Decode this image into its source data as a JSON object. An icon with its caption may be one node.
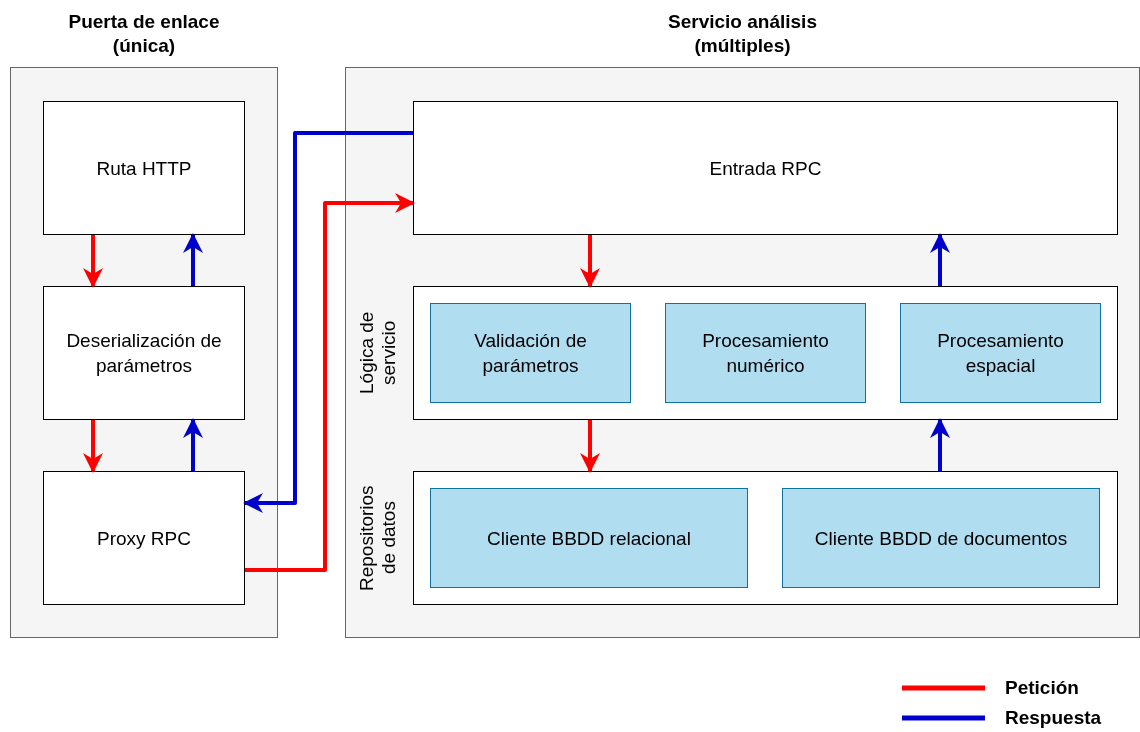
{
  "diagram": {
    "nodes": [
      {
        "text": [
          "Puerta de enlace (única)"
        ]
      },
      {
        "text": [
          "Ruta HTTP"
        ],
        "in": 0
      },
      {
        "text": [
          "Deserialización de parámetros"
        ],
        "in": 0
      },
      {
        "text": [
          "Proxy RPC"
        ],
        "in": 0
      },
      {
        "text": [
          "Servicio análisis (múltiples)"
        ]
      },
      {
        "text": [
          "Entrada RPC"
        ],
        "in": 4
      },
      {
        "text": [
          "Lógica de servicio"
        ],
        "in": 4
      },
      {
        "text": [
          "Validación de parámetros"
        ],
        "in": 6
      },
      {
        "text": [
          "Procesamiento numérico"
        ],
        "in": 6
      },
      {
        "text": [
          "Procesamiento espacial"
        ],
        "in": 6
      },
      {
        "text": [
          "Repositorios de datos"
        ],
        "in": 4
      },
      {
        "text": [
          "Cliente BBDD relacional"
        ],
        "in": 10
      },
      {
        "text": [
          "Cliente BBDD de documentos"
        ],
        "in": 10
      }
    ],
    "edges": [
      {
        "from": 1,
        "to": 2,
        "arrow": "to",
        "color": "#ff0000"
      },
      {
        "from": 2,
        "to": 1,
        "arrow": "to",
        "color": "#0000cc"
      },
      {
        "from": 2,
        "to": 3,
        "arrow": "to",
        "color": "#ff0000"
      },
      {
        "from": 3,
        "to": 2,
        "arrow": "to",
        "color": "#0000cc"
      },
      {
        "from": 3,
        "to": 5,
        "arrow": "to",
        "color": "#ff0000"
      },
      {
        "from": 5,
        "to": 3,
        "arrow": "to",
        "color": "#0000cc"
      },
      {
        "from": 5,
        "to": 6,
        "arrow": "to",
        "color": "#ff0000"
      },
      {
        "from": 6,
        "to": 5,
        "arrow": "to",
        "color": "#0000cc"
      },
      {
        "from": 6,
        "to": 10,
        "arrow": "to",
        "color": "#ff0000"
      },
      {
        "from": 10,
        "to": 6,
        "arrow": "to",
        "color": "#0000cc"
      }
    ],
    "legend": [
      {
        "text": "Petición"
      },
      {
        "text": "Respuesta"
      }
    ]
  }
}
